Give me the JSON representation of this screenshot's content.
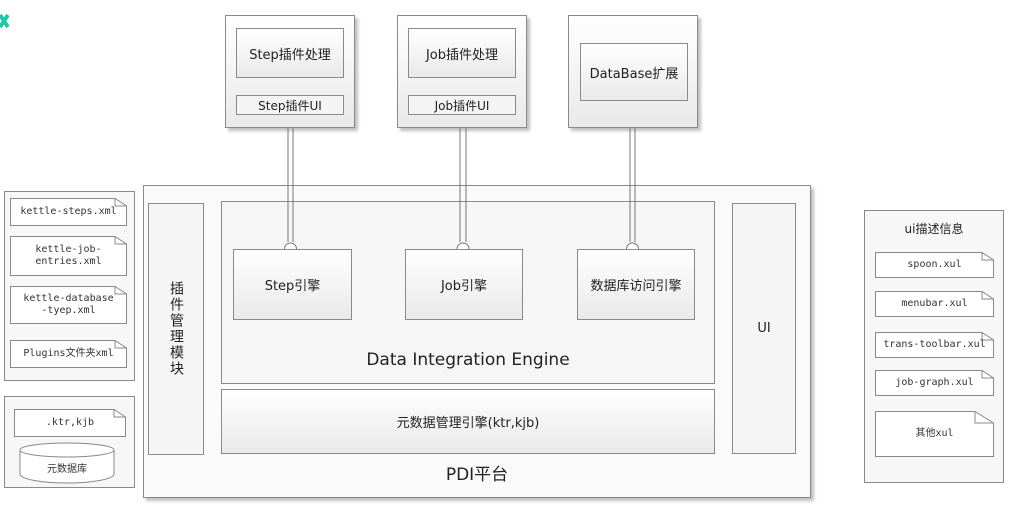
{
  "top_modules": {
    "step": {
      "title": "Step插件处理",
      "ui_label": "Step插件UI"
    },
    "job": {
      "title": "Job插件处理",
      "ui_label": "Job插件UI"
    },
    "database": {
      "title": "DataBase扩展"
    }
  },
  "platform": {
    "label": "PDI平台",
    "plugin_manager": "插件管理模块",
    "ui": "UI",
    "engine": {
      "label": "Data Integration Engine",
      "step_engine": "Step引擎",
      "job_engine": "Job引擎",
      "db_engine": "数据库访问引擎"
    },
    "metadata_engine": "元数据管理引擎(ktr,kjb)"
  },
  "left_files": [
    "kettle-steps.xml",
    "kettle-job-entries.xml",
    "kettle-database-tyep.xml",
    "Plugins文件夹xml"
  ],
  "left_bottom": {
    "file": ".ktr,kjb",
    "database": "元数据库"
  },
  "right_panel": {
    "title": "ui描述信息",
    "files": [
      "spoon.xul",
      "menubar.xul",
      "trans-toolbar.xul",
      "job-graph.xul",
      "其他xul"
    ]
  },
  "colors": {
    "corner_mark": "#20c8a8",
    "border": "#8a8a8a"
  }
}
